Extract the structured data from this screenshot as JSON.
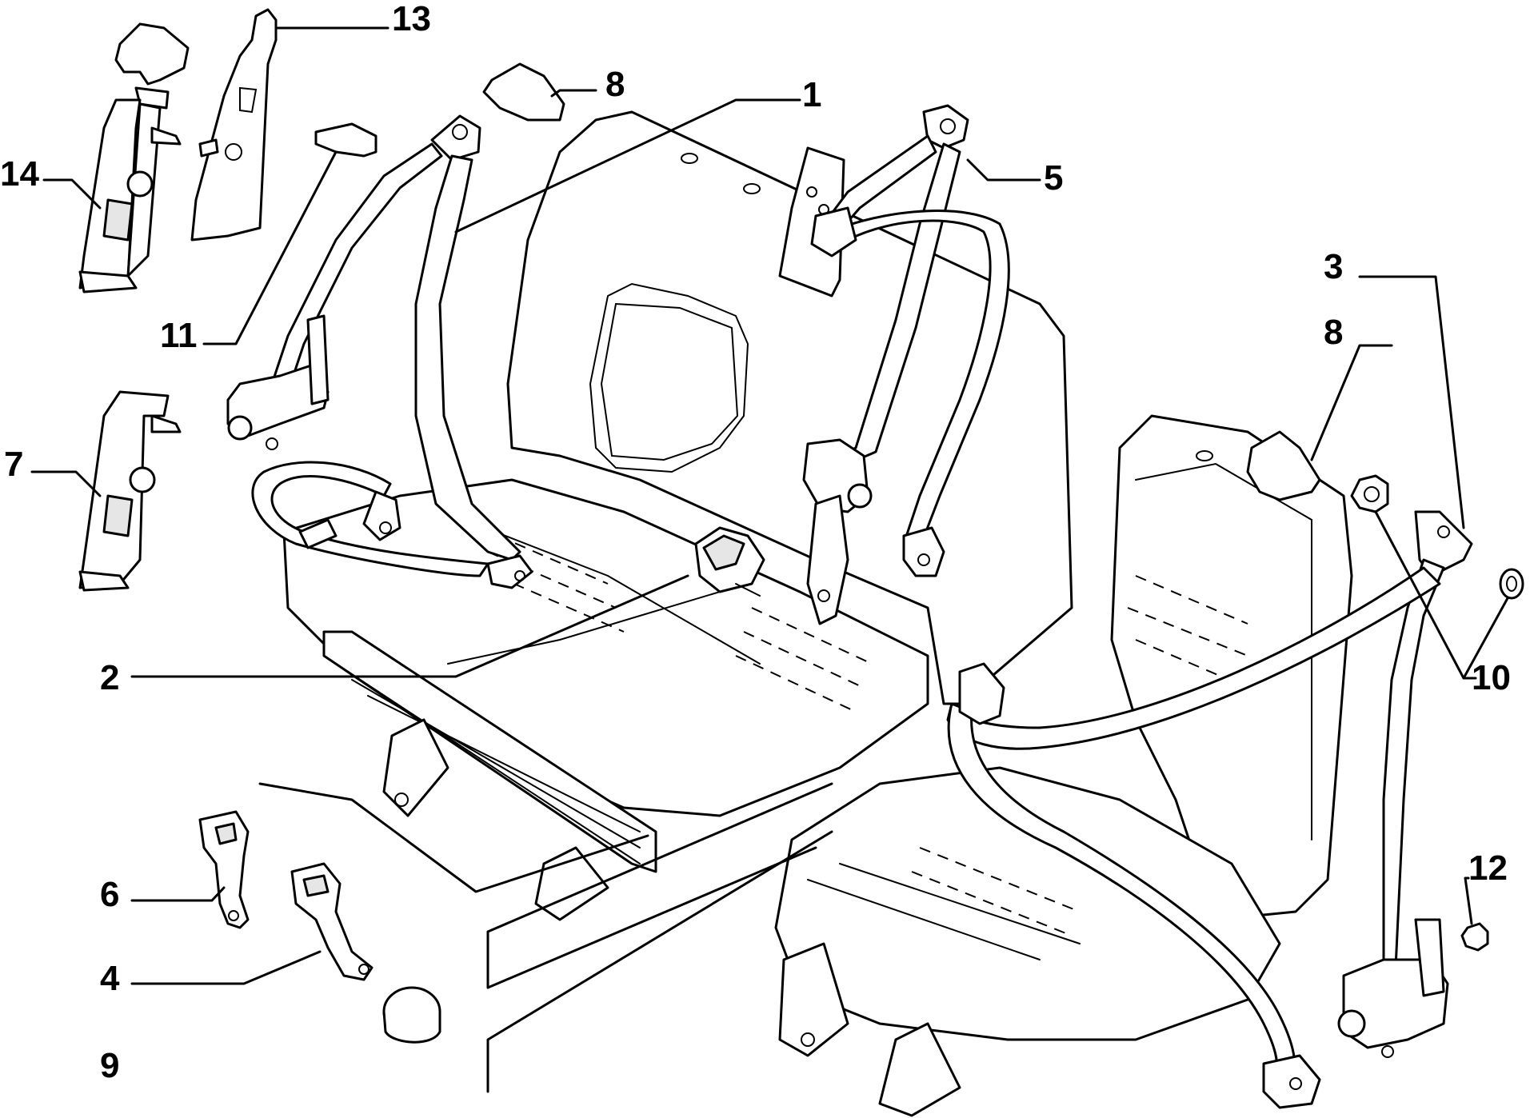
{
  "diagram": {
    "callouts": [
      {
        "id": "c1",
        "label": "1"
      },
      {
        "id": "c2",
        "label": "2"
      },
      {
        "id": "c3",
        "label": "3"
      },
      {
        "id": "c4",
        "label": "4"
      },
      {
        "id": "c5",
        "label": "5"
      },
      {
        "id": "c6",
        "label": "6"
      },
      {
        "id": "c7",
        "label": "7"
      },
      {
        "id": "c8a",
        "label": "8"
      },
      {
        "id": "c8b",
        "label": "8"
      },
      {
        "id": "c9",
        "label": "9"
      },
      {
        "id": "c10",
        "label": "10"
      },
      {
        "id": "c11",
        "label": "11"
      },
      {
        "id": "c12",
        "label": "12"
      },
      {
        "id": "c13",
        "label": "13"
      },
      {
        "id": "c14",
        "label": "14"
      }
    ]
  }
}
